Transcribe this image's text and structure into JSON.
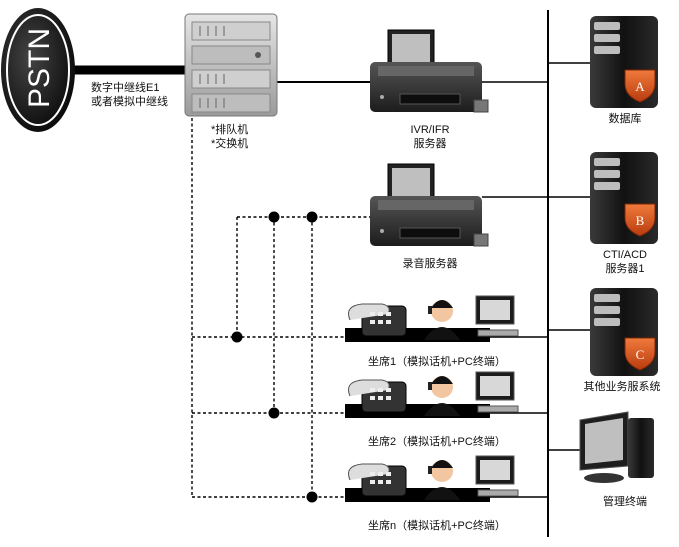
{
  "pstn": {
    "label": "PSTN"
  },
  "trunk": {
    "line1": "数字中继线E1",
    "line2": "或者模拟中继线"
  },
  "switch": {
    "line1": "*排队机",
    "line2": "*交换机"
  },
  "ivr": {
    "line1": "IVR/IFR",
    "line2": "服务器"
  },
  "recorder": {
    "label": "录音服务器"
  },
  "agents": [
    {
      "label": "坐席1（模拟话机+PC终端）"
    },
    {
      "label": "坐席2（模拟话机+PC终端）"
    },
    {
      "label": "坐席n（模拟话机+PC终端）"
    }
  ],
  "servers": [
    {
      "badge": "A",
      "line1": "数据库",
      "line2": ""
    },
    {
      "badge": "B",
      "line1": "CTI/ACD",
      "line2": "服务器1"
    },
    {
      "badge": "C",
      "line1": "其他业务服系统",
      "line2": ""
    }
  ],
  "terminal": {
    "label": "管理终端"
  },
  "colors": {
    "badge": "#d9531e",
    "server_dark": "#1b1b1b",
    "line": "#000000",
    "headset_skin": "#f2c6a0"
  }
}
